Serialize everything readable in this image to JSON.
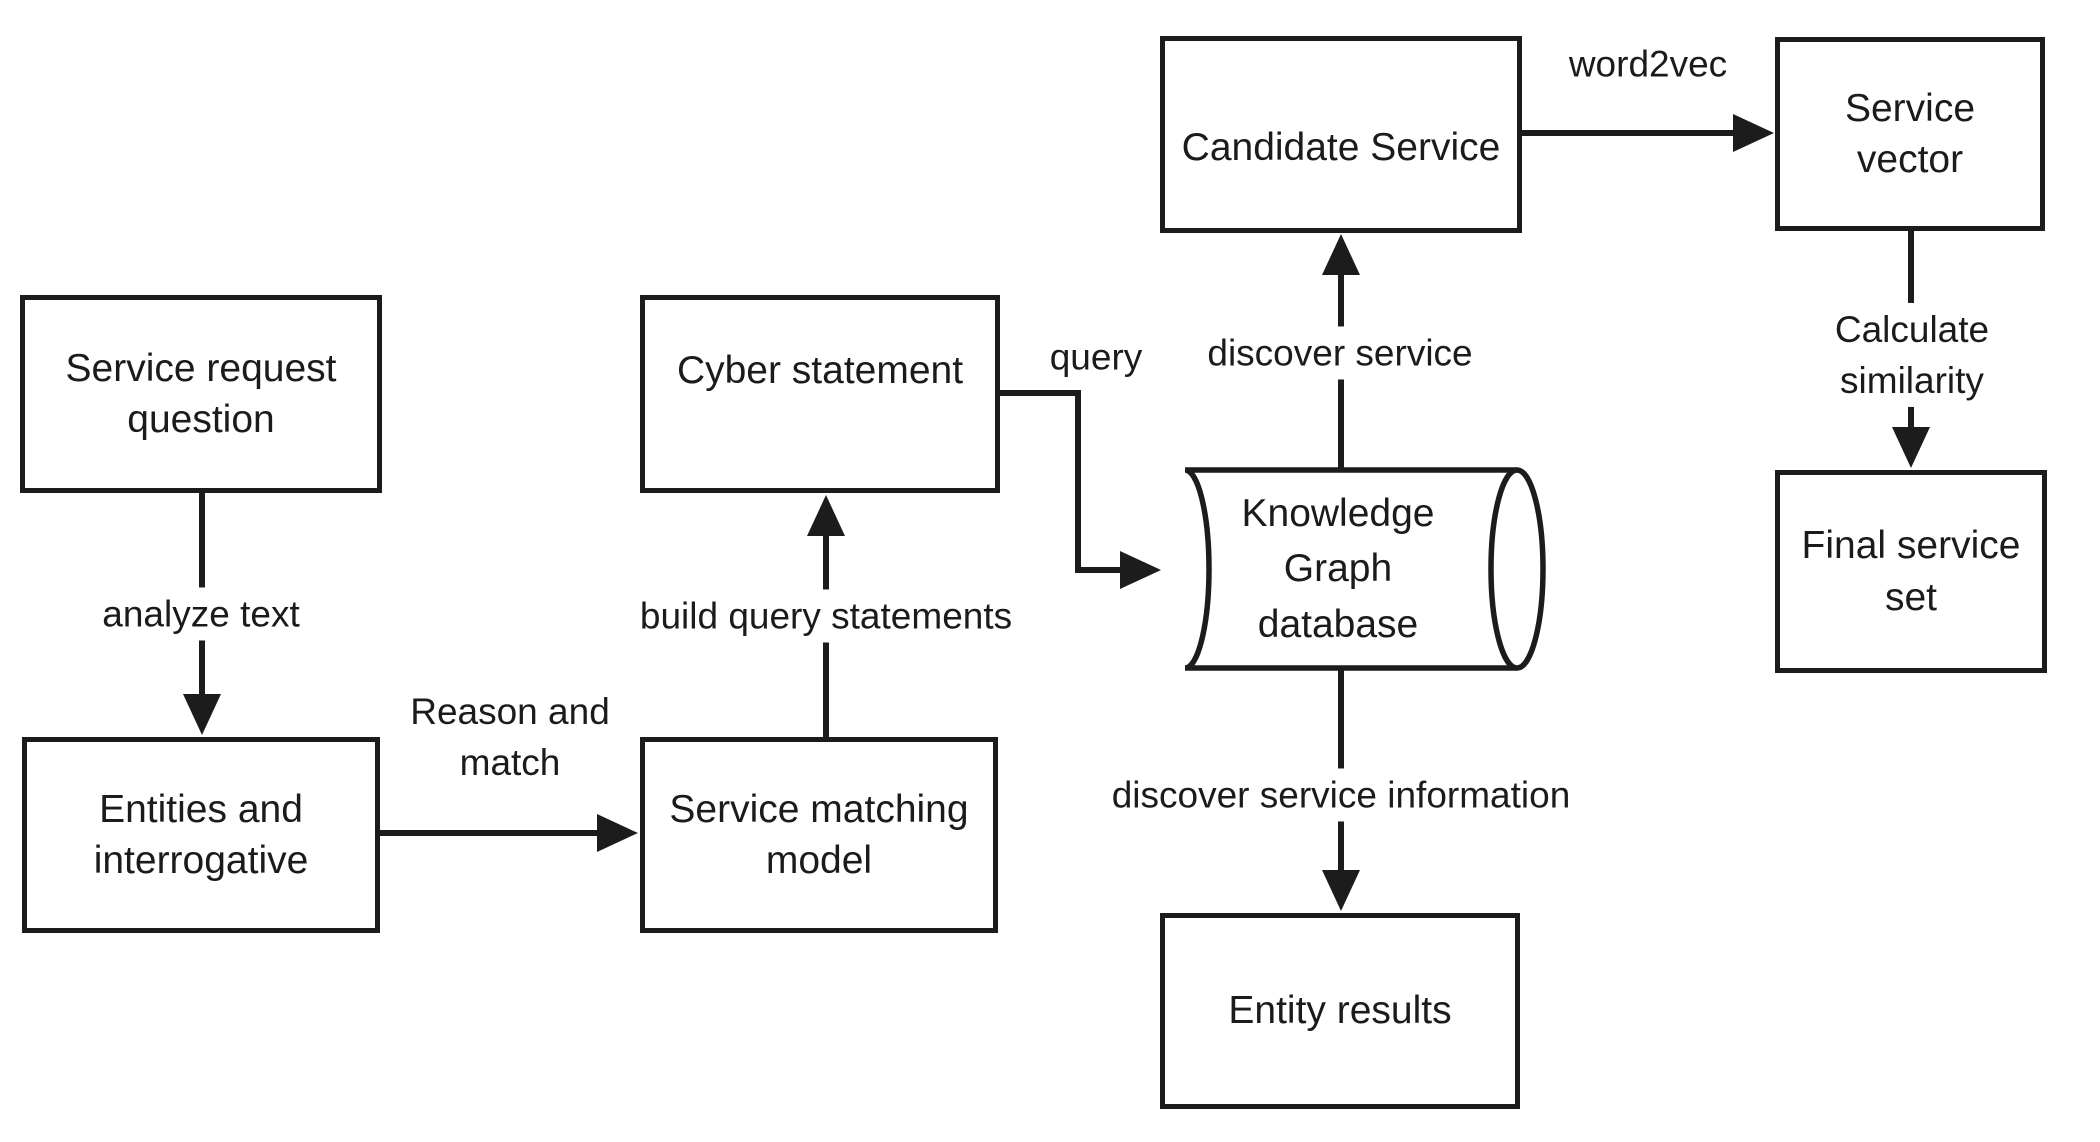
{
  "diagram": {
    "type": "flowchart",
    "background_color": "#ffffff",
    "stroke_color": "#1c1c1c",
    "nodes": {
      "service_request": {
        "label": "Service request\nquestion",
        "shape": "rectangle"
      },
      "entities": {
        "label": "Entities and\ninterrogative",
        "shape": "rectangle"
      },
      "cyber_statement": {
        "label": "Cyber statement",
        "shape": "rectangle"
      },
      "service_matching": {
        "label": "Service matching\nmodel",
        "shape": "rectangle"
      },
      "candidate_service": {
        "label": "Candidate Service",
        "shape": "rectangle"
      },
      "service_vector": {
        "label": "Service\nvector",
        "shape": "rectangle"
      },
      "knowledge_graph_db": {
        "label": "Knowledge\nGraph\ndatabase",
        "shape": "cylinder"
      },
      "final_service_set": {
        "label": "Final service\nset",
        "shape": "rectangle"
      },
      "entity_results": {
        "label": "Entity results",
        "shape": "rectangle"
      }
    },
    "edges": [
      {
        "from": "service_request",
        "to": "entities",
        "label": "analyze text"
      },
      {
        "from": "entities",
        "to": "service_matching",
        "label": "Reason and\nmatch"
      },
      {
        "from": "service_matching",
        "to": "cyber_statement",
        "label": "build query statements"
      },
      {
        "from": "cyber_statement",
        "to": "knowledge_graph_db",
        "label": "query"
      },
      {
        "from": "knowledge_graph_db",
        "to": "candidate_service",
        "label": "discover service"
      },
      {
        "from": "candidate_service",
        "to": "service_vector",
        "label": "word2vec"
      },
      {
        "from": "service_vector",
        "to": "final_service_set",
        "label": "Calculate similarity"
      },
      {
        "from": "knowledge_graph_db",
        "to": "entity_results",
        "label": "discover service information"
      }
    ],
    "edge_labels": {
      "analyze_text": "analyze text",
      "reason_and_match": "Reason and\nmatch",
      "build_query_statements": "build query statements",
      "query": "query",
      "discover_service": "discover service",
      "word2vec": "word2vec",
      "calculate_similarity": "Calculate similarity",
      "discover_service_information": "discover service information"
    }
  }
}
